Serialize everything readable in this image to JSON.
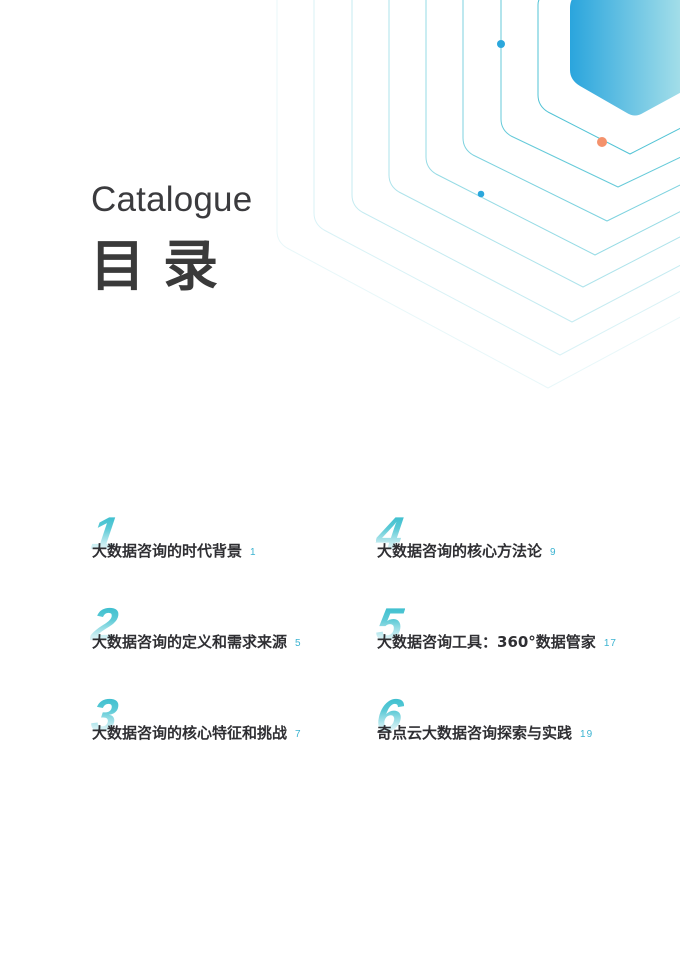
{
  "header": {
    "title_en": "Catalogue",
    "title_cn": "目录"
  },
  "toc": {
    "items": [
      {
        "number": "1",
        "label": "大数据咨询的时代背景",
        "page": "1"
      },
      {
        "number": "2",
        "label": "大数据咨询的定义和需求来源",
        "page": "5"
      },
      {
        "number": "3",
        "label": "大数据咨询的核心特征和挑战",
        "page": "7"
      },
      {
        "number": "4",
        "label": "大数据咨询的核心方法论",
        "page": "9"
      },
      {
        "number": "5",
        "label": "大数据咨询工具：360°数据管家",
        "page": "17"
      },
      {
        "number": "6",
        "label": "奇点云大数据咨询探索与实践",
        "page": "19"
      }
    ]
  },
  "decoration": {
    "icon": "concentric-hexagon-graphic",
    "colors": {
      "line": "#3fbdd0",
      "solid_start": "#2aa5dd",
      "solid_end": "#b3e6ea",
      "dot_blue": "#2ba7dc",
      "dot_orange": "#f4926c"
    }
  }
}
